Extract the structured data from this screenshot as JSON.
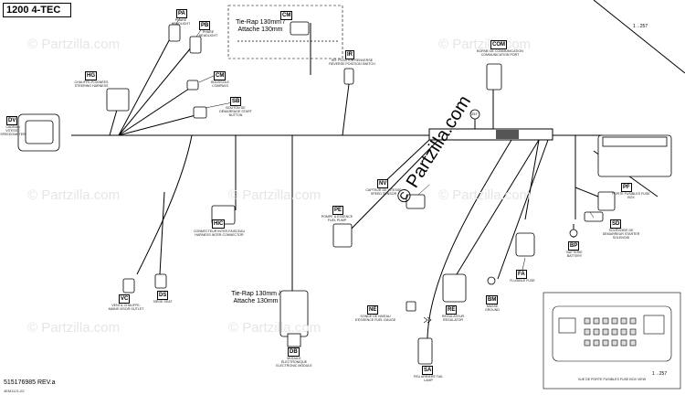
{
  "title": "1200 4-TEC",
  "part_number": "515176985 REV.a",
  "drawing_code": "4EM1121-02",
  "copyright": "© Partzilla.com",
  "watermark": "© Partzilla.com",
  "ref_top_right": "1→257",
  "ref_bottom_right": "1→257",
  "splice_label": "257",
  "colors": {
    "line": "#000000",
    "watermark": "#e6e6e6",
    "component_fill": "#ffffff"
  },
  "tie_raps": [
    {
      "id": "tie-rap-top",
      "text": "Tie-Rap 130mm / Attache 130mm"
    },
    {
      "id": "tie-rap-bottom",
      "text": "Tie-Rap 130mm / Attache 130mm"
    }
  ],
  "components": [
    {
      "code": "PA",
      "label": "PHARE HEADLIGHT"
    },
    {
      "code": "PB",
      "label": "PHARE HEADLIGHT"
    },
    {
      "code": "CM",
      "label": "BOUSSOLE COMPASS"
    },
    {
      "code": "CM",
      "label": "BOUSSOLE COMPASS"
    },
    {
      "code": "HG",
      "label": "CHAUFFE-POIGNÉES STEERING HARNESS"
    },
    {
      "code": "SB",
      "label": "BOUTON DE DÉMARRAGE START BUTTON"
    },
    {
      "code": "DV",
      "label": "CADRAN VITESSE SPEEDOMETER"
    },
    {
      "code": "IR",
      "label": "INT. POSITION RENVERSE REVERSE POSITION SWITCH"
    },
    {
      "code": "COM",
      "label": "BORNE DE COMMUNICATION COMMUNICATION PORT"
    },
    {
      "code": "NV",
      "label": "CAPTEUR DE VITESSE SPEED SENSOR"
    },
    {
      "code": "PE",
      "label": "POMPE À ESSENCE FUEL PUMP"
    },
    {
      "code": "HIC",
      "label": "CONNECTEUR INTER-FAISCEAU HARNESS INTER CONNECTOR"
    },
    {
      "code": "PF",
      "label": "PORTE FUSIBLES FUSE BOX"
    },
    {
      "code": "SD",
      "label": "SOLÉNOÏDE DE DÉMARREUR STARTER SOLENOID"
    },
    {
      "code": "BP",
      "label": "BATTERIE BATTERY"
    },
    {
      "code": "FA",
      "label": "FLUSIBLE FUSE"
    },
    {
      "code": "BM",
      "label": "MASSE GROUND"
    },
    {
      "code": "RE",
      "label": "RÉGULATEUR REGULATOR"
    },
    {
      "code": "NE",
      "label": "SONDE DE NIVEAU D'ESSENCE FUEL GAUGE"
    },
    {
      "code": "VC",
      "label": "VENTIL CHAUFFE-MAINS VISOR OUTLET"
    },
    {
      "code": "DS",
      "label": "SIÈGE SEAT"
    },
    {
      "code": "DB",
      "label": "MODULE ÉLECTRONIQUE ELECTRONIC MODULE"
    },
    {
      "code": "SA",
      "label": "FEU ARRIÈRE TAIL LAMP"
    }
  ],
  "fuse_box_view_label": "VUE DE PORTE FUSIBLES FUSE BOX VIEW"
}
